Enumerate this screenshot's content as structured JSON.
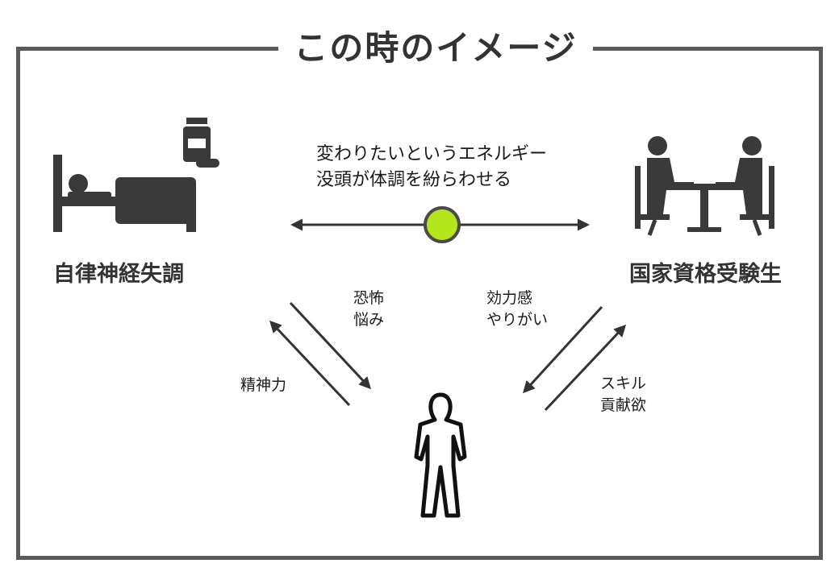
{
  "title": "この時のイメージ",
  "left_label": "自律神経失調",
  "right_label": "国家資格受験生",
  "center_text": {
    "line1": "変わりたいというエネルギー",
    "line2": "没頭が体調を紛らわせる"
  },
  "left_down": {
    "line1": "恐怖",
    "line2": "悩み"
  },
  "left_up": {
    "line1": "精神力"
  },
  "right_down": {
    "line1": "効力感",
    "line2": "やりがい"
  },
  "right_up": {
    "line1": "スキル",
    "line2": "貢献欲"
  },
  "icons": {
    "left": "hospital-bed-icon",
    "medicine": "medicine-bottle-icon",
    "right": "meeting-table-icon",
    "person": "standing-person-icon"
  },
  "colors": {
    "frame": "#5a5a5a",
    "icon": "#3a3a3a",
    "ball": "#b5e61d",
    "ball_outline": "#4a4a4a",
    "arrow": "#333333"
  }
}
